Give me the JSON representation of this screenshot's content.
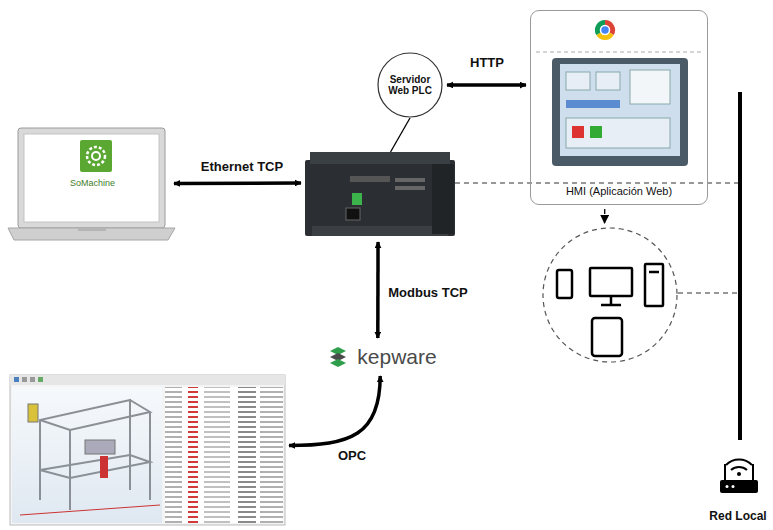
{
  "diagram": {
    "nodes": [
      {
        "text": [
          "SoMachine"
        ]
      },
      {},
      {
        "text": [
          "Servidor Web PLC"
        ]
      },
      {
        "text": [
          "HMI (Aplicación Web)"
        ]
      },
      {
        "text": [
          "kepware"
        ]
      },
      {},
      {},
      {
        "text": [
          "Red Local"
        ]
      }
    ],
    "edges": [
      {
        "from": 0,
        "to": 1,
        "label": "Ethernet TCP",
        "arrow": "both"
      },
      {
        "from": 2,
        "to": 1,
        "arrow": "none"
      },
      {
        "from": 2,
        "to": 3,
        "label": "HTTP",
        "arrow": "both"
      },
      {
        "from": 1,
        "to": 4,
        "label": "Modbus TCP",
        "arrow": "both"
      },
      {
        "from": 4,
        "to": 5,
        "label": "OPC",
        "arrow": "both"
      },
      {
        "from": 3,
        "to": 6,
        "arrow": "to"
      }
    ]
  }
}
